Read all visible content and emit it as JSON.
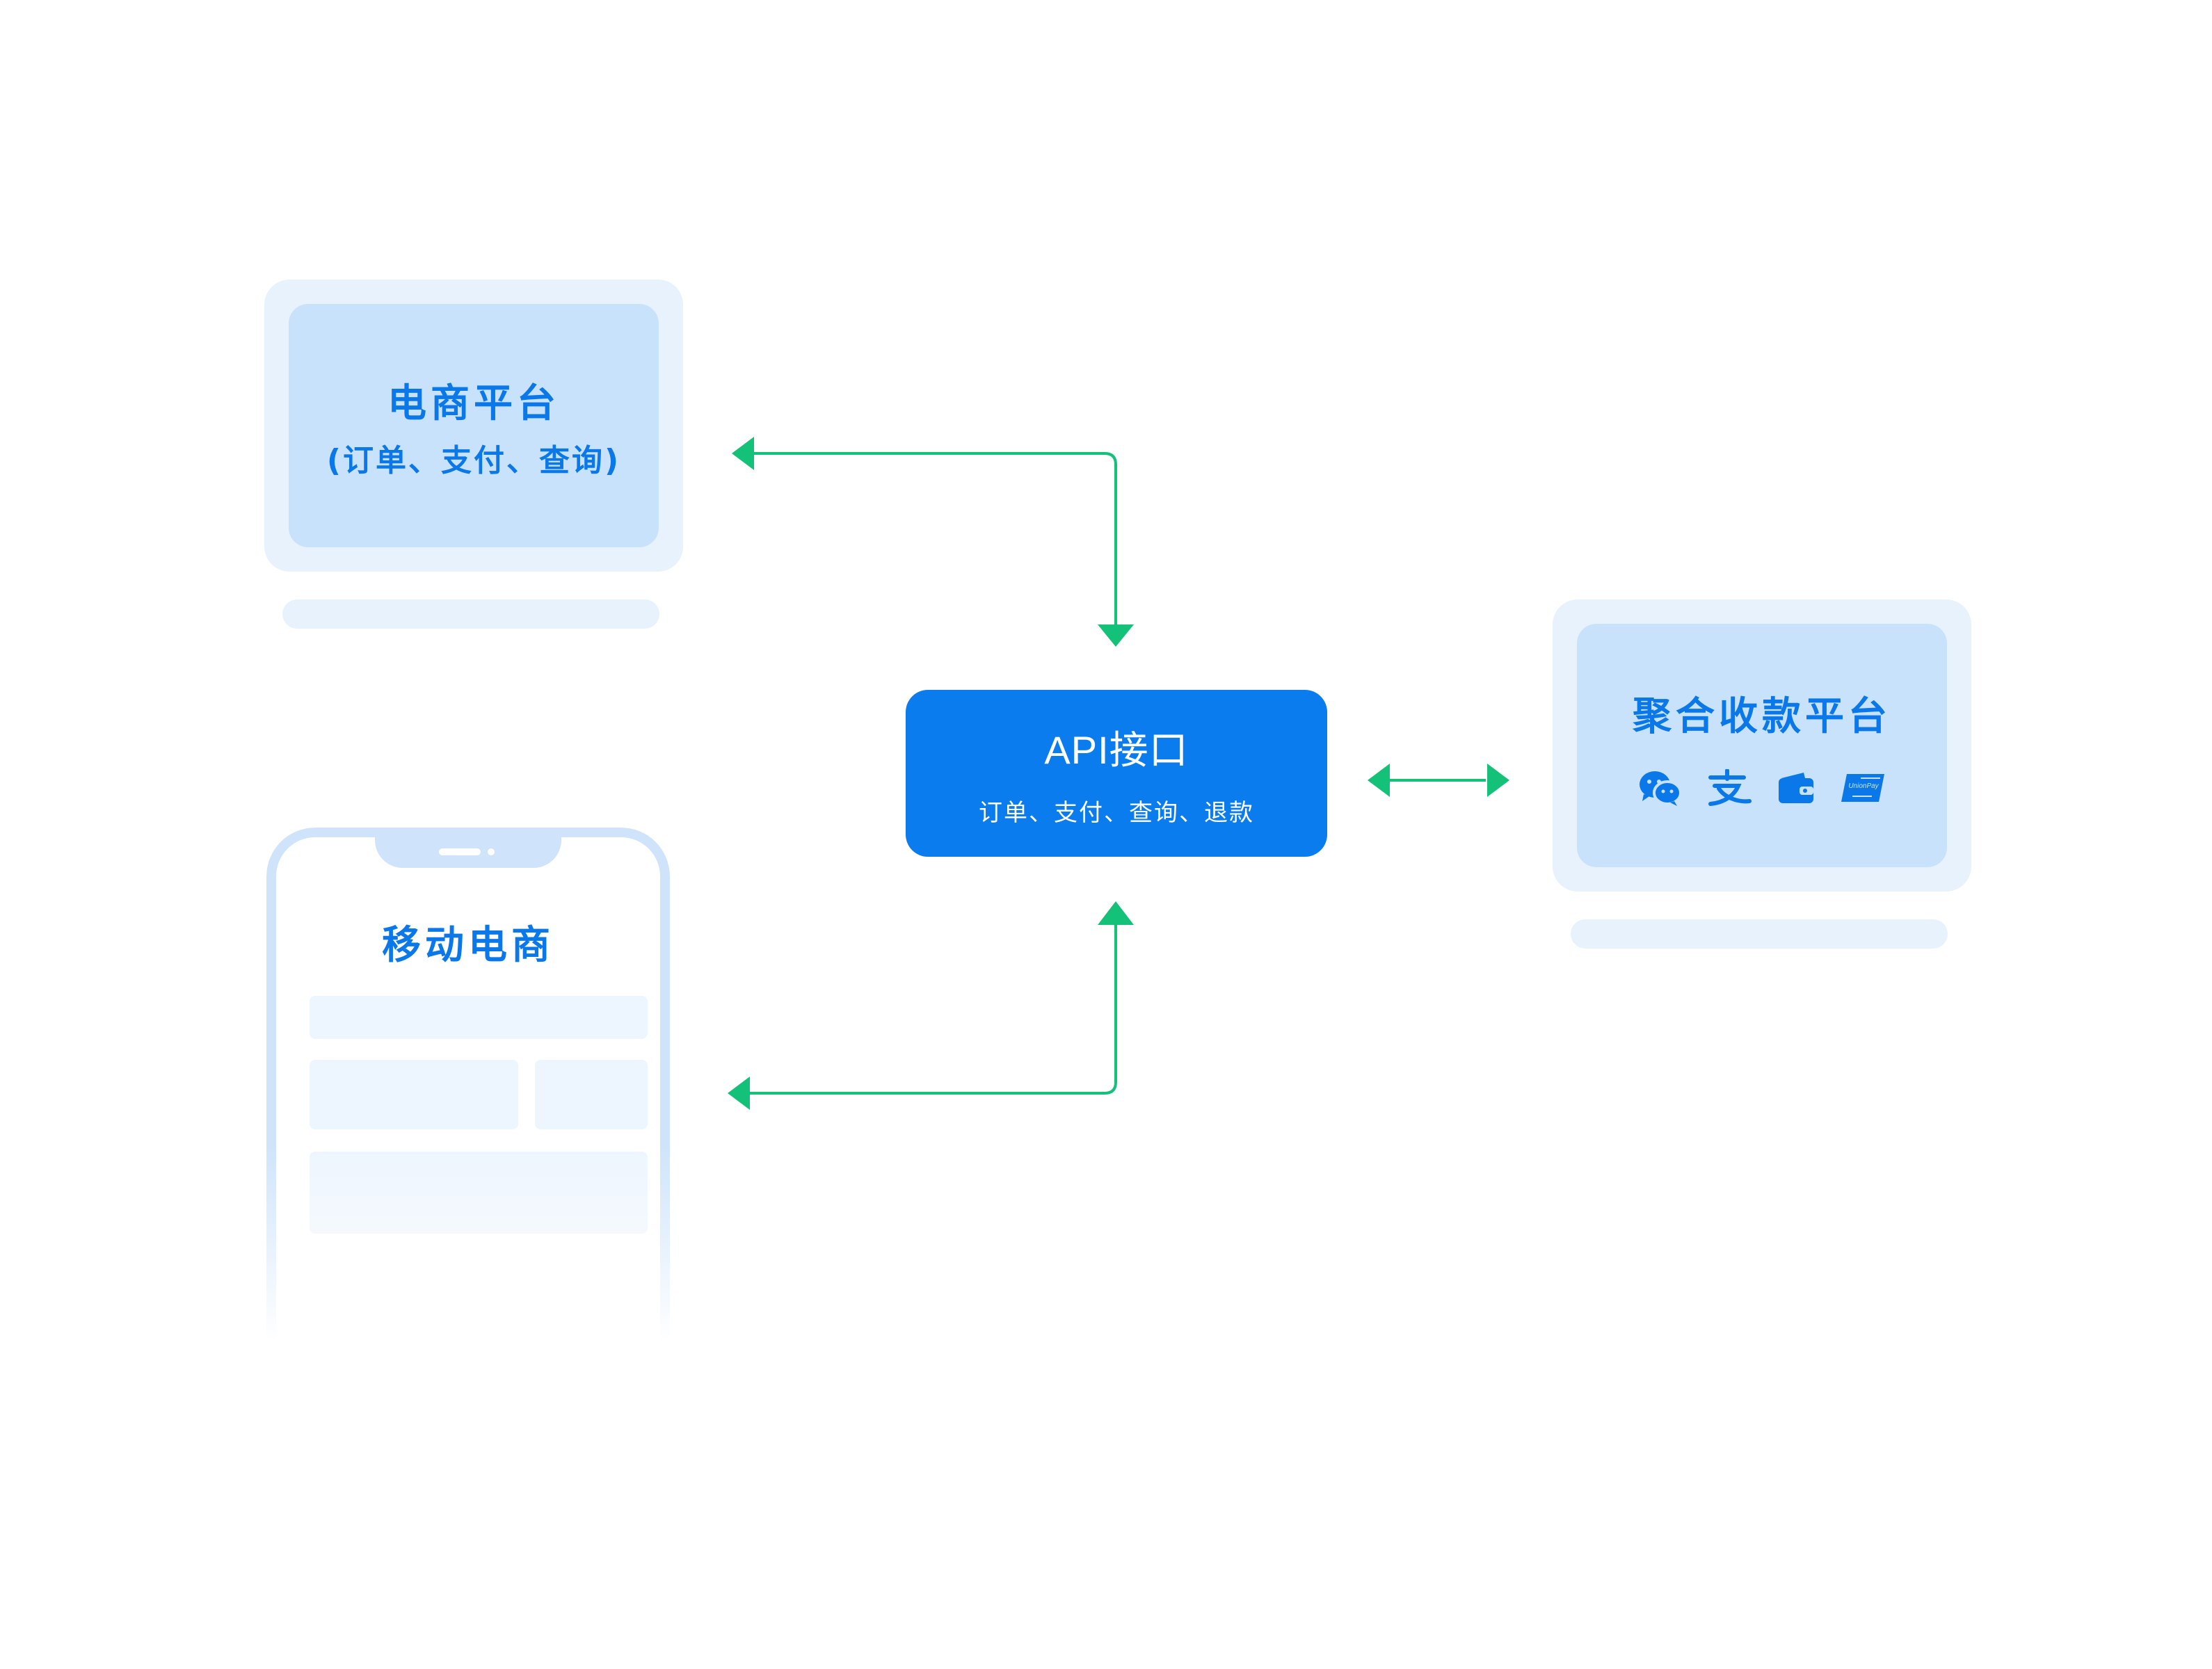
{
  "ecommerce": {
    "title": "电商平台",
    "subtitle": "(订单、支付、查询)"
  },
  "mobile": {
    "title": "移动电商"
  },
  "api": {
    "title": "API接口",
    "subtitle": "订单、支付、查询、退款"
  },
  "aggregate": {
    "title": "聚合收款平台",
    "payment_icons": [
      "wechat-pay-icon",
      "alipay-icon",
      "wallet-icon",
      "unionpay-icon"
    ]
  },
  "colors": {
    "primary": "#0a7cee",
    "arrow": "#14c178",
    "card_light": "#e8f2fd",
    "card_mid": "#c8e2fb"
  }
}
